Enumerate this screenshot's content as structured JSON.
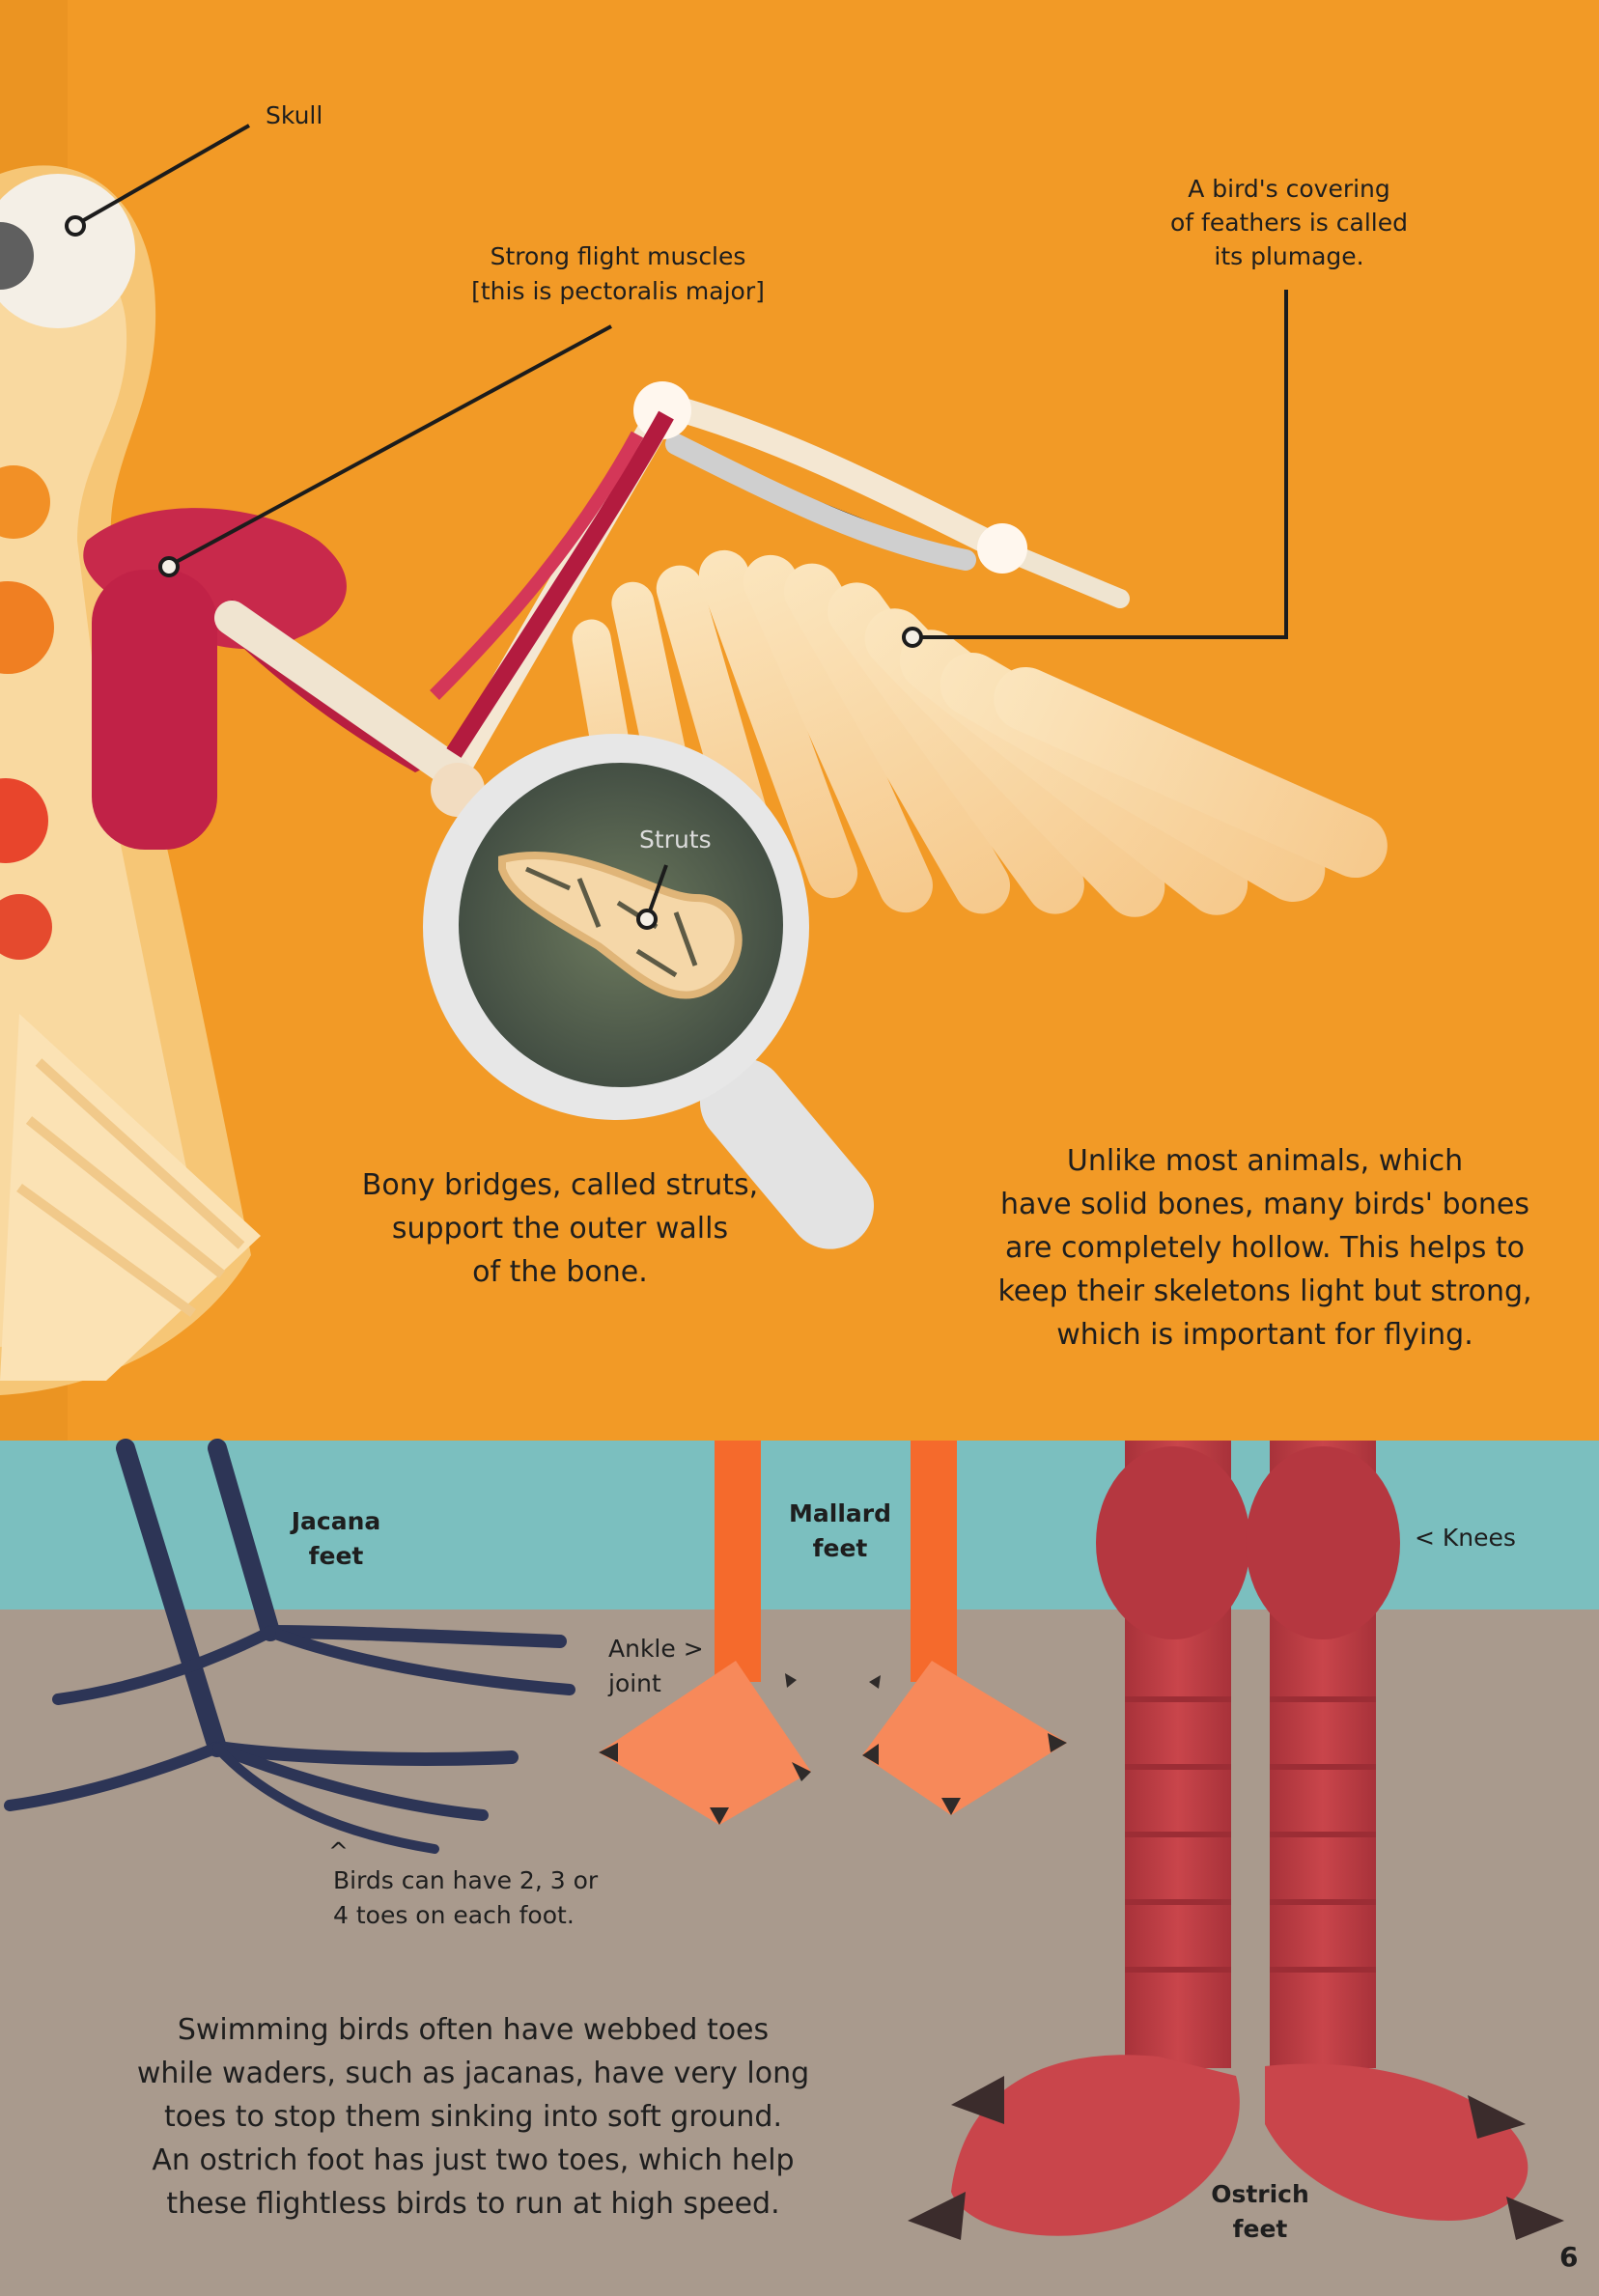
{
  "labels": {
    "skull": "Skull",
    "muscles": [
      "Strong flight muscles",
      "[this is pectoralis major]"
    ],
    "plumage": [
      "A bird's covering",
      "of feathers is called",
      "its plumage."
    ],
    "struts": "Struts",
    "jacana": [
      "Jacana",
      "feet"
    ],
    "mallard": [
      "Mallard",
      "feet"
    ],
    "ankle": [
      "Ankle >",
      "joint"
    ],
    "knees": "< Knees",
    "ostrich": [
      "Ostrich",
      "feet"
    ],
    "caret": "^"
  },
  "captions": {
    "struts": [
      "Bony bridges, called struts,",
      "support the outer walls",
      "of the bone."
    ],
    "hollow": [
      "Unlike most animals, which",
      "have solid bones, many birds' bones",
      "are completely hollow. This helps to",
      "keep their skeletons light but strong,",
      "which is important for flying."
    ],
    "toes": [
      "Birds can have 2, 3 or",
      "4 toes on each foot."
    ],
    "feet": [
      "Swimming birds often have webbed toes",
      "while waders, such as jacanas, have very long",
      "toes to stop them sinking into soft ground.",
      "An ostrich foot has just two toes, which help",
      "these flightless birds to run at high speed."
    ]
  },
  "page_number": "6",
  "colors": {
    "background_orange": "#f29a26",
    "water_teal": "#7bbfbf",
    "ground_taupe": "#a99a8d",
    "muscle_red": "#c8294b",
    "bone_cream": "#f4e7d2",
    "jacana_navy": "#2d3556",
    "mallard_orange": "#f56a2c",
    "ostrich_red": "#b83a3e"
  }
}
